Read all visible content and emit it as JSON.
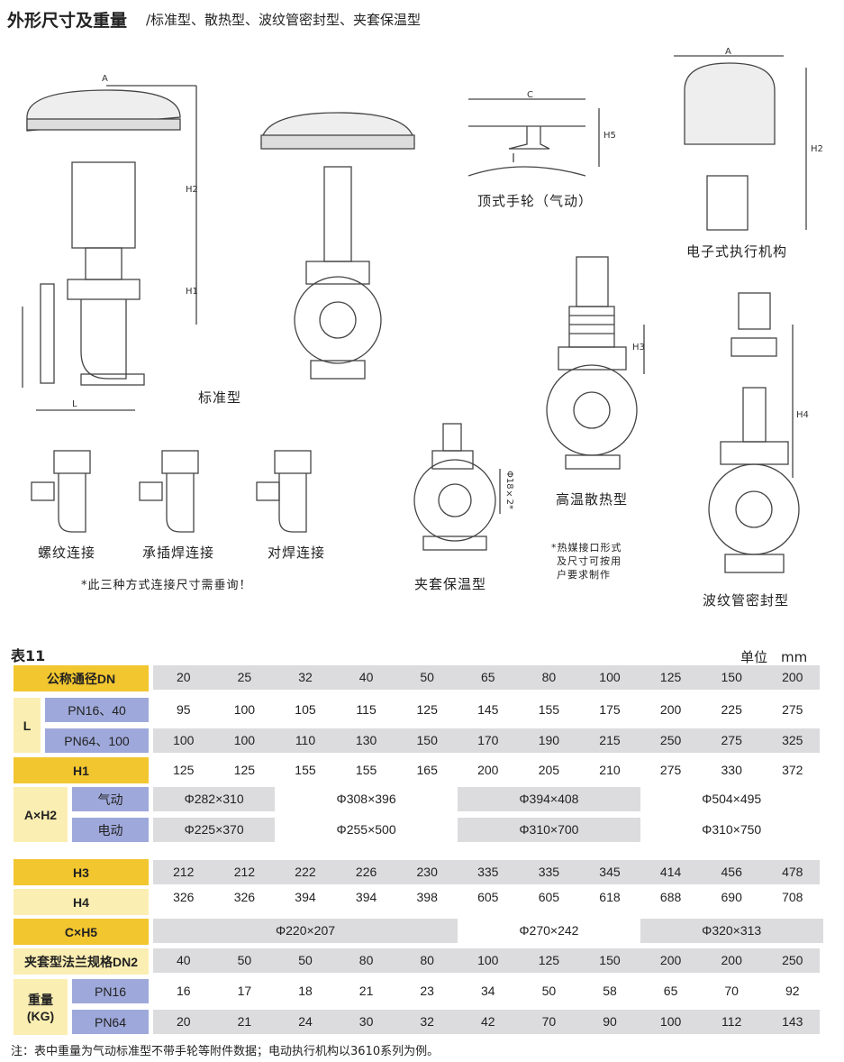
{
  "header": {
    "title": "外形尺寸及重量",
    "subtitle": "/标准型、散热型、波纹管密封型、夹套保温型"
  },
  "diagrams": {
    "standard": "标准型",
    "top_handwheel": "顶式手轮（气动）",
    "electronic": "电子式执行机构",
    "high_temp": "高温散热型",
    "jacket": "夹套保温型",
    "bellows": "波纹管密封型",
    "thread": "螺纹连接",
    "socket": "承插焊连接",
    "butt": "对焊连接",
    "conn_note": "*此三种方式连接尺寸需垂询！",
    "heat_note": [
      "*热媒接口形式",
      "及尺寸可按用",
      "户要求制作"
    ],
    "dims": {
      "A": "A",
      "H1": "H1",
      "H2": "H2",
      "L": "L",
      "C": "C",
      "H5": "H5",
      "H3": "H3",
      "H4": "H4",
      "phi": "Φ18×2*"
    }
  },
  "table": {
    "title": "表11",
    "unit": "单位　mm",
    "dn_label": "公称通径DN",
    "dn": [
      "20",
      "25",
      "32",
      "40",
      "50",
      "65",
      "80",
      "100",
      "125",
      "150",
      "200"
    ],
    "l_label": "L",
    "l_pn16_label": "PN16、40",
    "l_pn16": [
      "95",
      "100",
      "105",
      "115",
      "125",
      "145",
      "155",
      "175",
      "200",
      "225",
      "275"
    ],
    "l_pn64_label": "PN64、100",
    "l_pn64": [
      "100",
      "100",
      "110",
      "130",
      "150",
      "170",
      "190",
      "215",
      "250",
      "275",
      "325"
    ],
    "h1_label": "H1",
    "h1": [
      "125",
      "125",
      "155",
      "155",
      "165",
      "200",
      "205",
      "210",
      "275",
      "330",
      "372"
    ],
    "ah2_label": "A×H2",
    "ah2_pneu_label": "气动",
    "ah2_pneu": [
      "Φ282×310",
      "Φ308×396",
      "Φ394×408",
      "Φ504×495"
    ],
    "ah2_elec_label": "电动",
    "ah2_elec": [
      "Φ225×370",
      "Φ255×500",
      "Φ310×700",
      "Φ310×750"
    ],
    "h3_label": "H3",
    "h3": [
      "212",
      "212",
      "222",
      "226",
      "230",
      "335",
      "335",
      "345",
      "414",
      "456",
      "478"
    ],
    "h4_label": "H4",
    "h4": [
      "326",
      "326",
      "394",
      "394",
      "398",
      "605",
      "605",
      "618",
      "688",
      "690",
      "708"
    ],
    "ch5_label": "C×H5",
    "ch5": [
      "Φ220×207",
      "Φ270×242",
      "Φ320×313"
    ],
    "dn2_label": "夹套型法兰规格DN2",
    "dn2": [
      "40",
      "50",
      "50",
      "80",
      "80",
      "100",
      "125",
      "150",
      "200",
      "200",
      "250"
    ],
    "weight_label": "重量\n(KG)",
    "w_pn16_label": "PN16",
    "w_pn16": [
      "16",
      "17",
      "18",
      "21",
      "23",
      "34",
      "50",
      "58",
      "65",
      "70",
      "92"
    ],
    "w_pn64_label": "PN64",
    "w_pn64": [
      "20",
      "21",
      "24",
      "30",
      "32",
      "42",
      "70",
      "90",
      "100",
      "112",
      "143"
    ]
  },
  "note": "注：表中重量为气动标准型不带手轮等附件数据；电动执行机构以3610系列为例。",
  "colors": {
    "gold": "#f2c62f",
    "pale": "#fbeeb2",
    "blue": "#9ea8da",
    "gray": "#dcdcde"
  }
}
